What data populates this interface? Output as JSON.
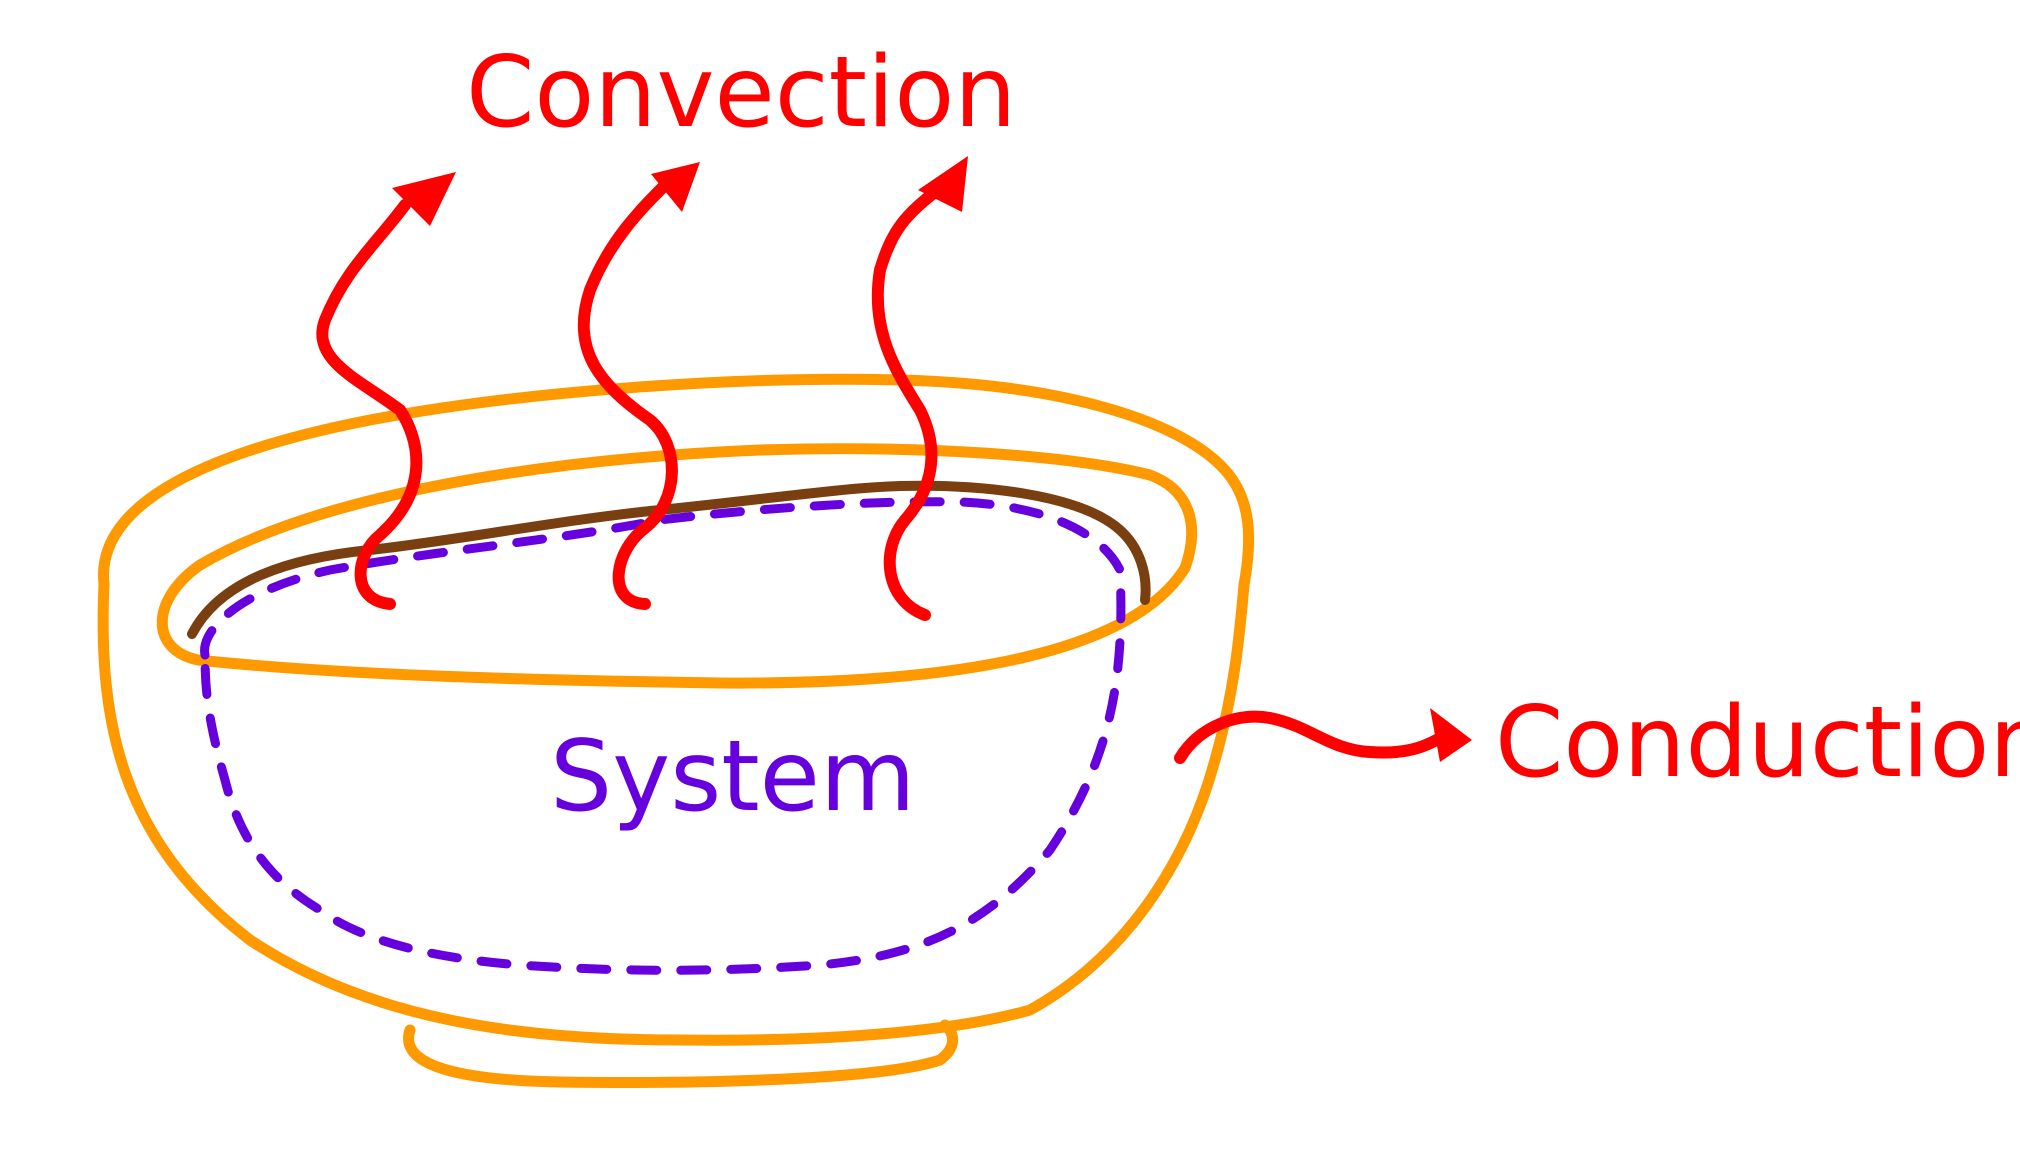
{
  "labels": {
    "convection": "Convection",
    "conduction": "Conduction",
    "system": "System"
  },
  "colors": {
    "heat_flow": "#ff0000",
    "bowl": "#ff9900",
    "soup_surface": "#7a3f10",
    "system_boundary": "#6600dd",
    "background": "#ffffff"
  }
}
